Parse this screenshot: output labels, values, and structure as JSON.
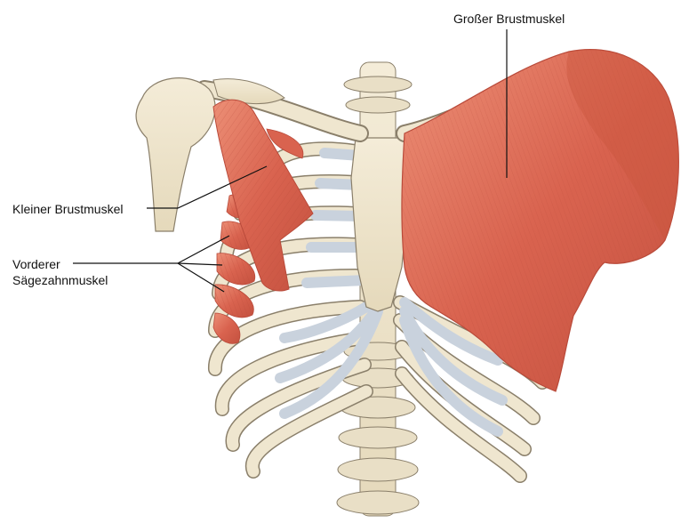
{
  "labels": {
    "grosser_brustmuskel": "Großer Brustmuskel",
    "kleiner_brustmuskel": "Kleiner Brustmuskel",
    "vorderer_line1": "Vorderer",
    "vorderer_line2": "Sägezahnmuskel"
  },
  "colors": {
    "bone": "#efe6cf",
    "bone_outline": "#8a7f6a",
    "cartilage": "#c9d2dd",
    "muscle": "#d9634f",
    "muscle_dark": "#b94a3a",
    "muscle_light": "#ec8f76",
    "leader_line": "#111111"
  }
}
